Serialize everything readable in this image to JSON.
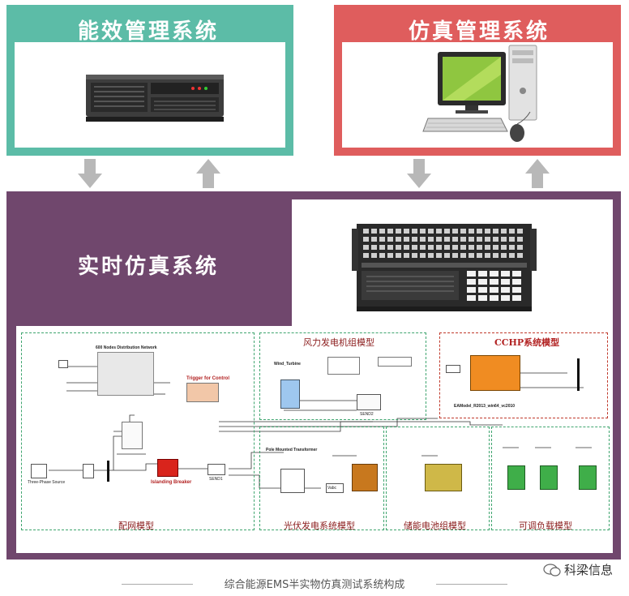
{
  "panels": {
    "ems_title": "能效管理系统",
    "sim_title": "仿真管理系统",
    "rt_title": "实时仿真系统"
  },
  "zones": {
    "distribution": "配网模型",
    "wind": "风力发电机组模型",
    "cchp": "CCHP系统模型",
    "pv": "光伏发电系统模型",
    "battery": "储能电池组模型",
    "load": "可调负载模型"
  },
  "blocks": {
    "network_title": "600 Nodes Distribution Network",
    "trigger": "Trigger for Control",
    "breaker": "Islanding Breaker",
    "source": "Three-Phase Source",
    "wind_turbine": "Wind_Turbine",
    "send2": "SEND2",
    "send1": "SEND1",
    "pole": "Pole Mounted Transformer",
    "cchp_model": "EAModel_R2013_win64_vc2010",
    "vabc": "Vabc"
  },
  "caption": "综合能源EMS半实物仿真测试系统构成",
  "watermark": "科梁信息",
  "colors": {
    "ems": "#5cbca7",
    "sim": "#df5d5d",
    "rt": "#70476d",
    "arrow": "#b8b8b8"
  }
}
